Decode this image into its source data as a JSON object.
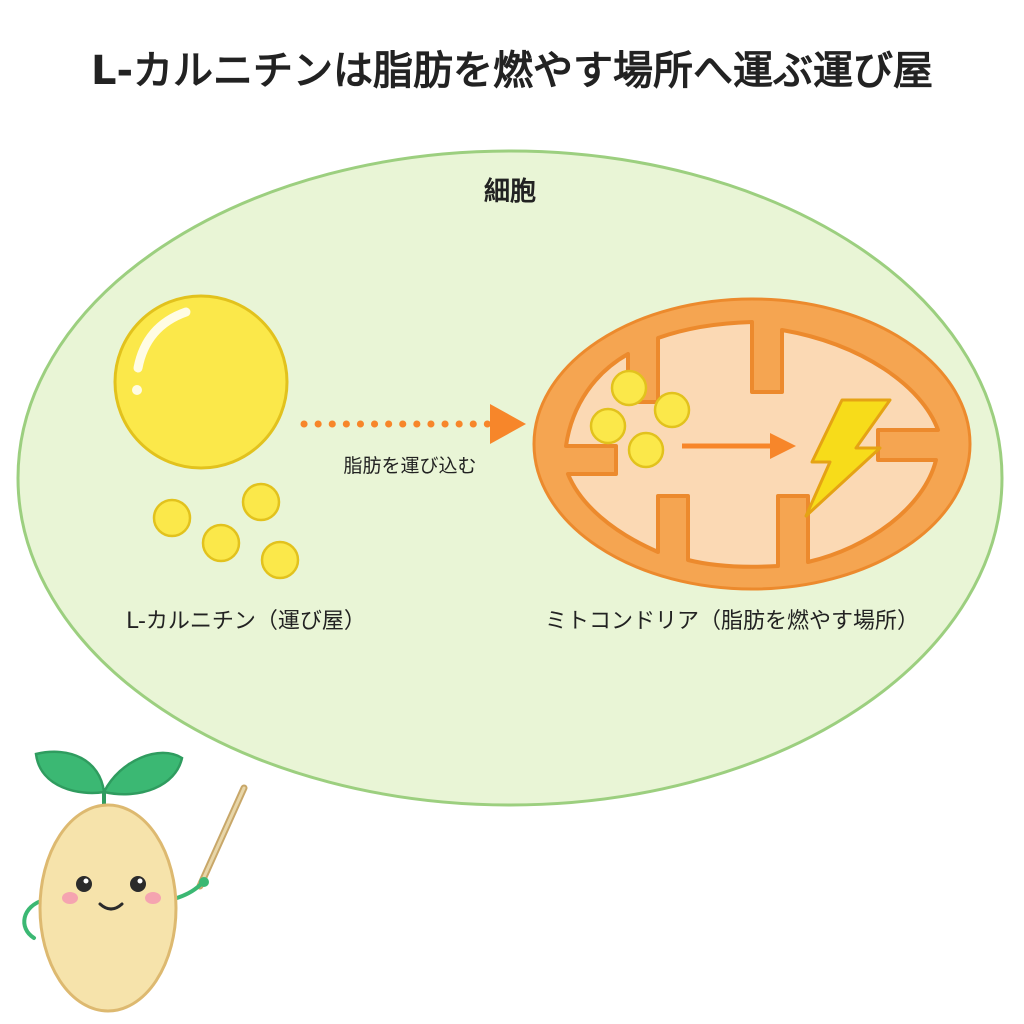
{
  "title": "L-カルニチンは脂肪を燃やす場所へ運ぶ運び屋",
  "cell": {
    "label": "細胞"
  },
  "carrier": {
    "label": "L-カルニチン（運び屋）"
  },
  "transport": {
    "label": "脂肪を運び込む"
  },
  "mitochondria": {
    "label": "ミトコンドリア（脂肪を燃やす場所）"
  },
  "colors": {
    "cell_fill": "#e9f5d6",
    "cell_stroke": "#9ccf7f",
    "fat_fill": "#fbe84a",
    "fat_stroke": "#e2c21d",
    "mito_outer": "#f5a551",
    "mito_stroke": "#ec8a2d",
    "mito_inner": "#fbd9b4",
    "arrow": "#f7862a",
    "bolt": "#f7dc1a",
    "leaf": "#3bb873",
    "mascot_body": "#f6e3ab"
  },
  "icons": [
    "fat-droplet-icon",
    "lightning-bolt-icon",
    "sprout-mascot",
    "pointer-stick-icon"
  ]
}
